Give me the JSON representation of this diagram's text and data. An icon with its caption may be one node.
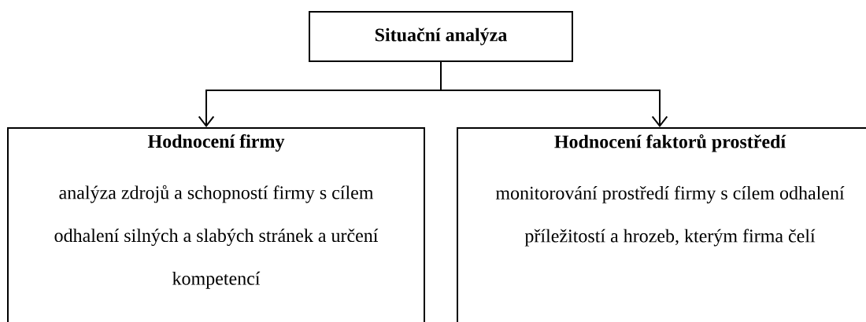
{
  "diagram": {
    "nodes": [
      {
        "text": [
          "Situační analýza"
        ]
      },
      {
        "text": [
          "Hodnocení firmy",
          "analýza zdrojů a schopností firmy s cílem odhalení silných a slabých stránek a určení kompetencí"
        ]
      },
      {
        "text": [
          "Hodnocení faktorů prostředí",
          "monitorování prostředí firmy s cílem odhalení příležitostí a hrozeb, kterým firma čelí"
        ]
      }
    ],
    "edges": [
      {
        "from": 0,
        "to": 1,
        "arrow": "to"
      },
      {
        "from": 0,
        "to": 2,
        "arrow": "to"
      }
    ]
  }
}
